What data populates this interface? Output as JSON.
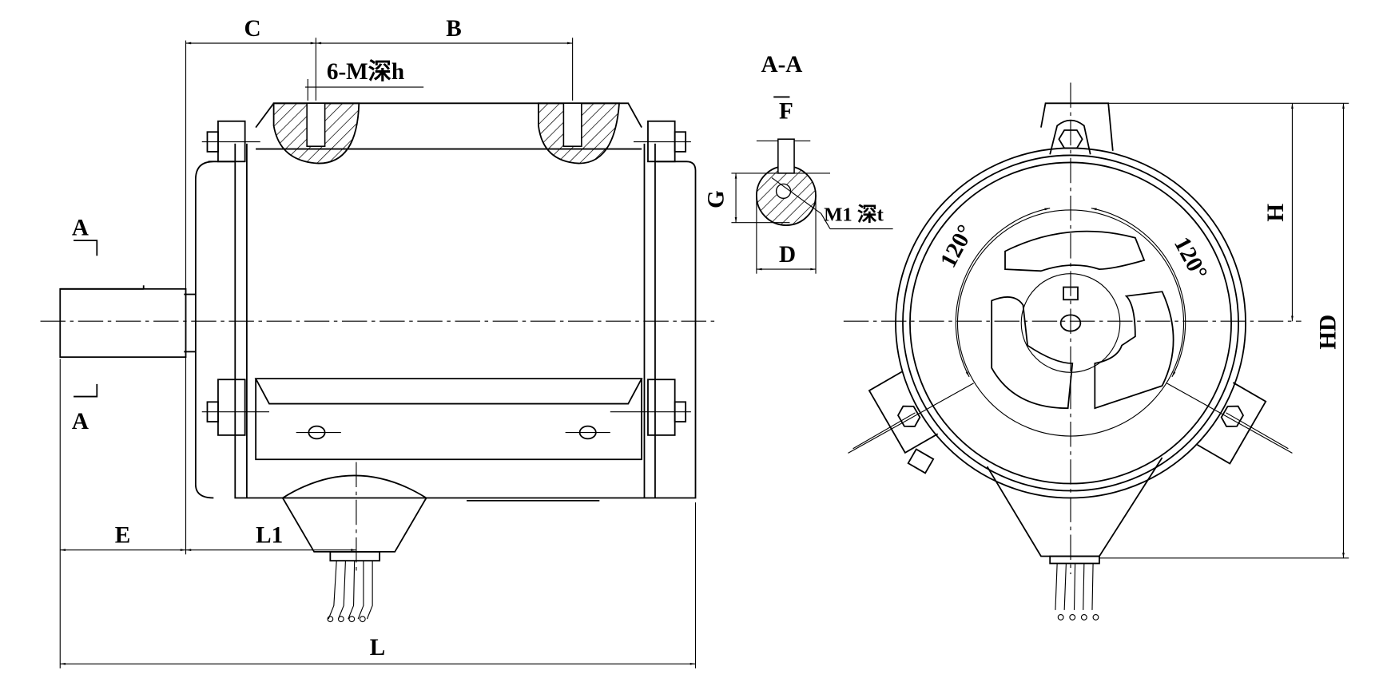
{
  "side_view": {
    "dim_C": "C",
    "dim_B": "B",
    "hole_note": "6-M深h",
    "section_mark_top": "A",
    "section_mark_bottom": "A",
    "dim_E": "E",
    "dim_L1": "L1",
    "dim_L": "L"
  },
  "section_view": {
    "title": "A-A",
    "dim_F": "F",
    "dim_G": "G",
    "dim_D": "D",
    "thread_note": "M1 深t"
  },
  "end_view": {
    "angle_left": "120°",
    "angle_right": "120°",
    "dim_H": "H",
    "dim_HD": "HD"
  }
}
